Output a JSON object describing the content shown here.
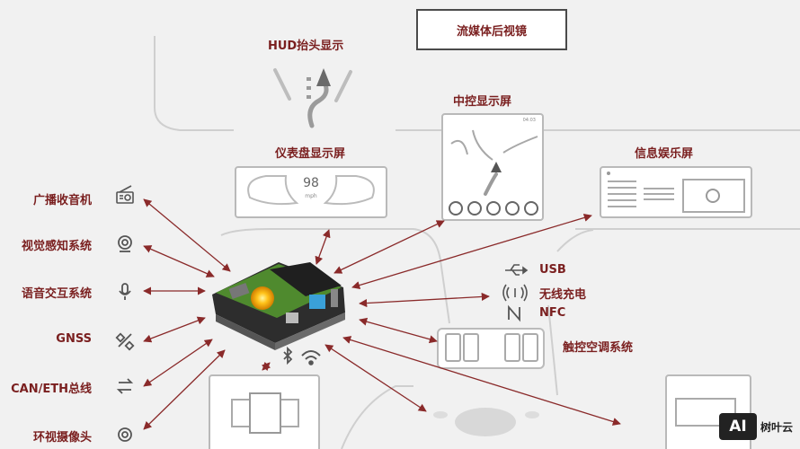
{
  "labels": {
    "streaming_mirror": "流媒体后视镜",
    "hud": "HUD抬头显示",
    "center_display": "中控显示屏",
    "cluster": "仪表盘显示屏",
    "infotainment": "信息娱乐屏",
    "radio": "广播收音机",
    "vision": "视觉感知系统",
    "voice": "语音交互系统",
    "gnss": "GNSS",
    "can_eth": "CAN/ETH总线",
    "surround_camera": "环视摄像头",
    "usb": "USB",
    "wireless_charging": "无线充电",
    "nfc": "NFC",
    "touch_ac": "触控空调系统"
  },
  "cluster_speed": "98",
  "cluster_unit": "mph",
  "center_time": "04:03",
  "watermark": {
    "logo": "AI",
    "text": "树叶云"
  },
  "icons": {
    "radio": "radio-icon",
    "vision": "webcam-icon",
    "voice": "microphone-icon",
    "gnss": "satellite-icon",
    "can_eth": "bus-arrows-icon",
    "surround_camera": "camera-icon",
    "usb": "usb-icon",
    "wireless_charging": "wireless-charging-icon",
    "nfc": "nfc-icon",
    "bluetooth": "bluetooth-icon",
    "wifi": "wifi-icon"
  },
  "colors": {
    "label": "#7a1f1f",
    "arrow": "#8a2a2a",
    "line": "#c9c9c9"
  }
}
